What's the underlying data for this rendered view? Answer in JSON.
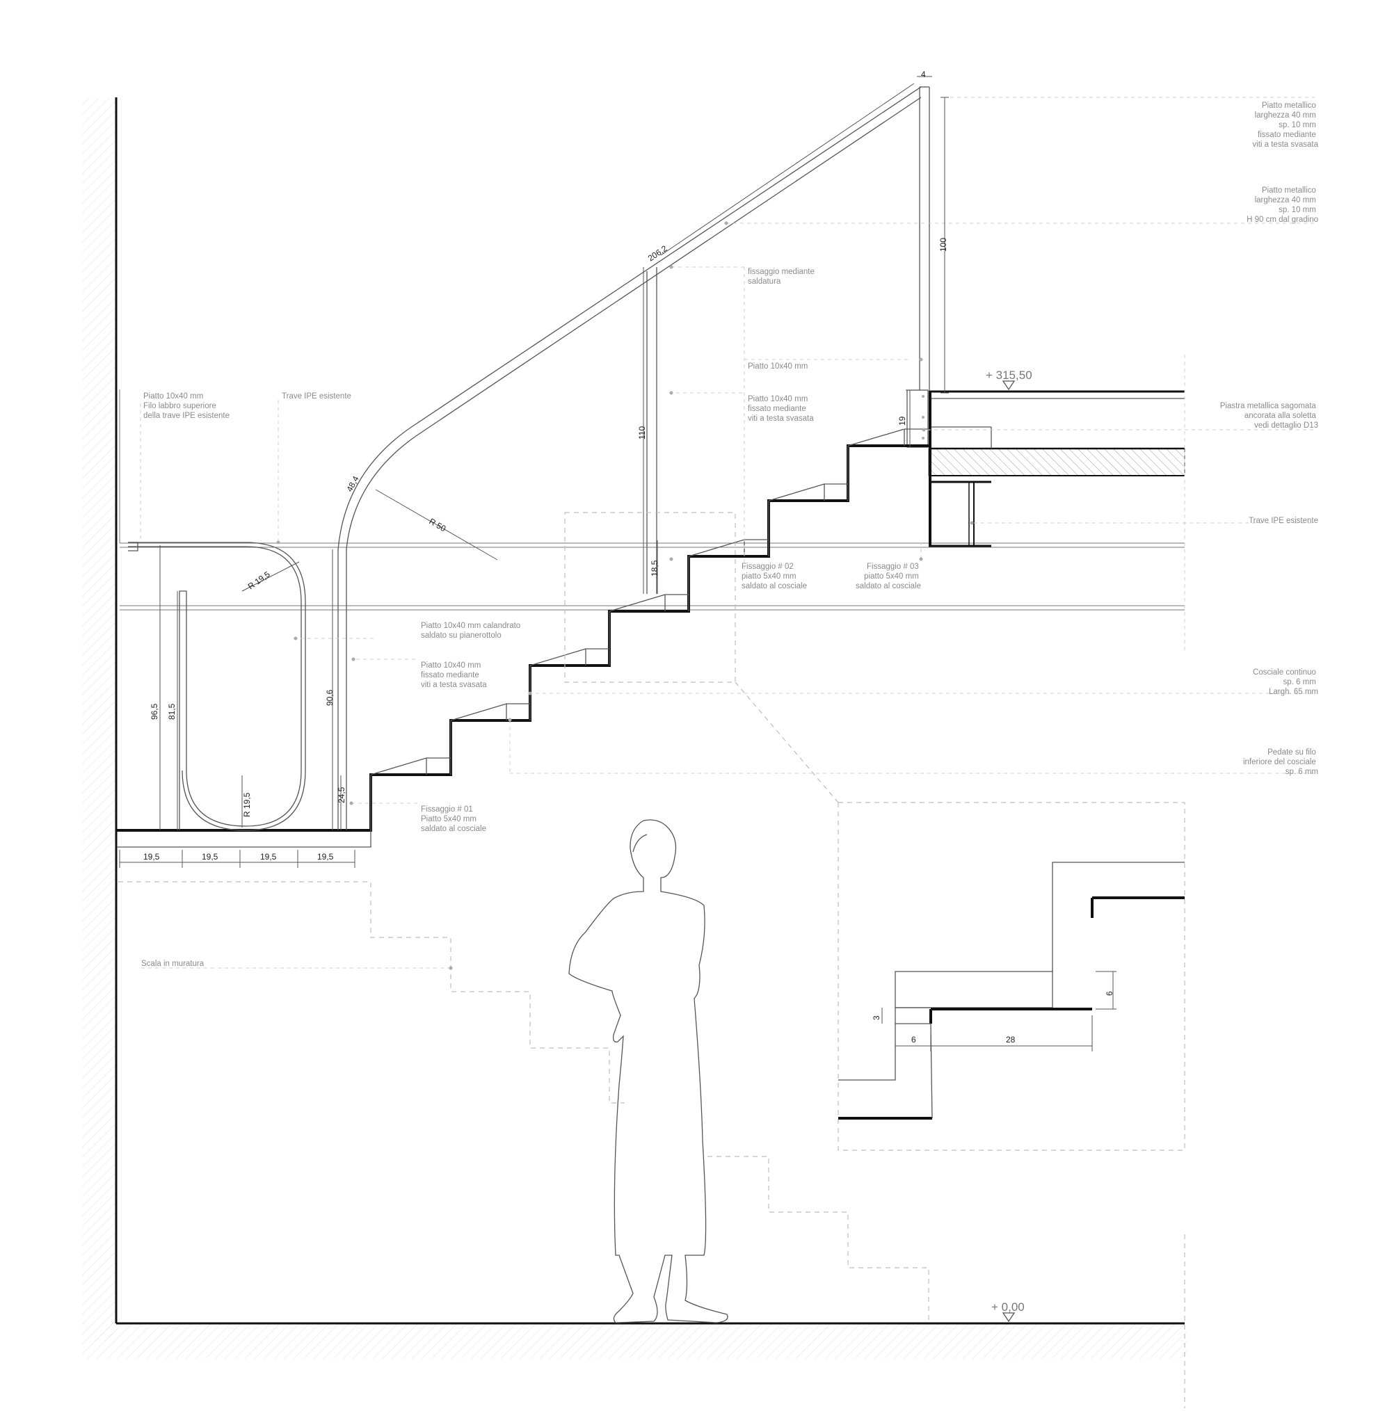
{
  "levels": {
    "top": "+ 315,50",
    "ground": "+ 0,00"
  },
  "notes": {
    "piatto_metallico_1": [
      "Piatto metallico",
      "larghezza 40 mm",
      "sp. 10 mm",
      "fissato mediante",
      "viti a testa svasata"
    ],
    "piatto_metallico_2": [
      "Piatto metallico",
      "larghezza 40 mm",
      "sp. 10 mm",
      "H 90 cm dal gradino"
    ],
    "fissaggio_saldatura": [
      "fissaggio mediante",
      "saldatura"
    ],
    "piatto_10x40_a": [
      "Piatto 10x40 mm"
    ],
    "piatto_10x40_viti": [
      "Piatto 10x40 mm",
      "fissato mediante",
      "viti a testa svasata"
    ],
    "piastra": [
      "Piastra metallica sagomata",
      "ancorata alla soletta",
      "vedi dettaglio D13"
    ],
    "trave_ipe_right": [
      "Trave IPE esistente"
    ],
    "piatto_filo": [
      "Piatto 10x40 mm",
      "Filo labbro superiore",
      "della trave IPE esistente"
    ],
    "trave_ipe_top": [
      "Trave IPE esistente"
    ],
    "fissaggio_02": [
      "Fissaggio # 02",
      "piatto 5x40 mm",
      "saldato al cosciale"
    ],
    "fissaggio_03": [
      "Fissaggio # 03",
      "piatto 5x40 mm",
      "saldato al cosciale"
    ],
    "piatto_calandrato": [
      "Piatto 10x40 mm calandrato",
      "saldato su pianerottolo"
    ],
    "piatto_viti_low": [
      "Piatto 10x40 mm",
      "fissato mediante",
      "viti a testa svasata"
    ],
    "cosciale": [
      "Cosciale continuo",
      "sp. 6 mm",
      "Largh. 65 mm"
    ],
    "pedate": [
      "Pedate su filo",
      "inferiore del cosciale",
      "sp. 6 mm"
    ],
    "fissaggio_01": [
      "Fissaggio # 01",
      "Piatto 5x40 mm",
      "saldato al cosciale"
    ],
    "scala": [
      "Scala in muratura"
    ]
  },
  "dimensions": {
    "d4": "4",
    "d100": "100",
    "d206": "206,2",
    "d110": "110",
    "d19": "19",
    "d48": "48,4",
    "r50": "R 50",
    "r19a": "R 19,5",
    "r19b": "R 19,5",
    "d18": "18,5",
    "d96": "96,5",
    "d81": "81,5",
    "d90": "90,6",
    "d24": "24,5",
    "b1": "19,5",
    "b2": "19,5",
    "b3": "19,5",
    "b4": "19,5",
    "det3": "3",
    "det6a": "6",
    "det28": "28",
    "det6b": "6"
  }
}
